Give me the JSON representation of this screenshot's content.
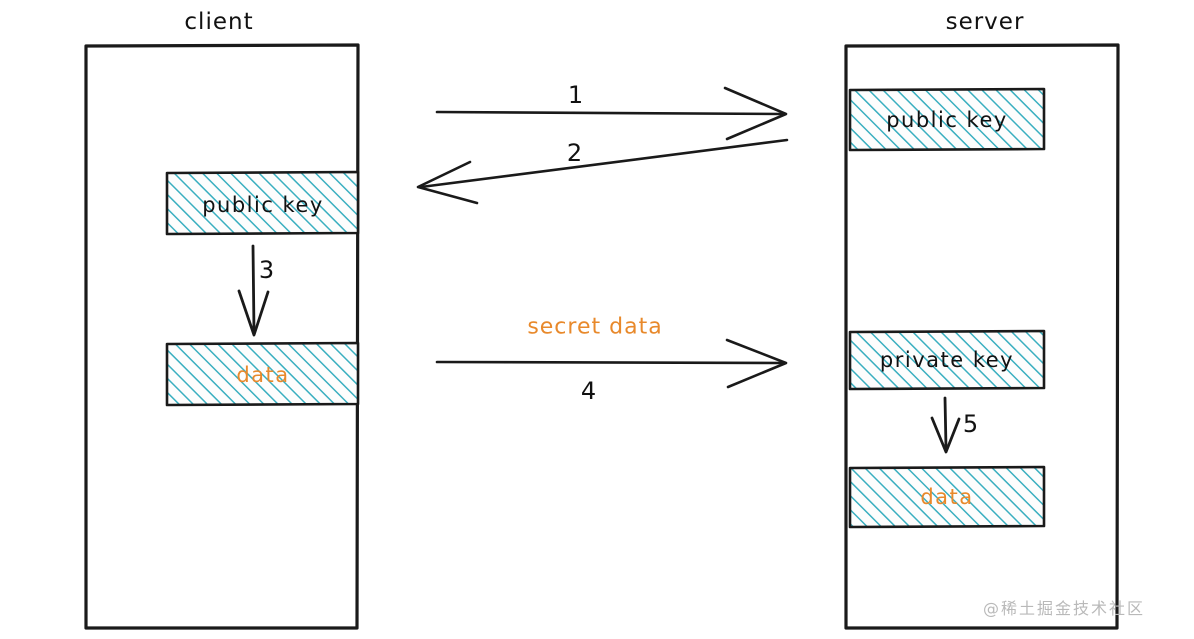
{
  "diagram": {
    "title_client": "client",
    "title_server": "server",
    "watermark": "@稀土掘金技术社区",
    "colors": {
      "stroke": "#1a1a1a",
      "hatch": "#3aafc0",
      "accent": "#e8892b",
      "background": "#ffffff"
    }
  },
  "lanes": [
    {
      "id": "client",
      "label": "client",
      "boxes": [
        {
          "id": "client-public-key",
          "label": "public key",
          "style": "hatched",
          "label_color": "black"
        },
        {
          "id": "client-data",
          "label": "data",
          "style": "hatched",
          "label_color": "orange"
        }
      ]
    },
    {
      "id": "server",
      "label": "server",
      "boxes": [
        {
          "id": "server-public-key",
          "label": "public key",
          "style": "hatched",
          "label_color": "black"
        },
        {
          "id": "server-private-key",
          "label": "private key",
          "style": "hatched",
          "label_color": "black"
        },
        {
          "id": "server-data",
          "label": "data",
          "style": "hatched",
          "label_color": "orange"
        }
      ]
    }
  ],
  "arrows": [
    {
      "id": "arrow-1",
      "step": "1",
      "direction": "client-to-server",
      "label": "",
      "step_position": "above"
    },
    {
      "id": "arrow-2",
      "step": "2",
      "direction": "server-to-client",
      "label": "",
      "step_position": "above"
    },
    {
      "id": "arrow-3",
      "step": "3",
      "direction": "down",
      "label": "",
      "step_position": "right"
    },
    {
      "id": "arrow-4",
      "step": "4",
      "direction": "client-to-server",
      "label": "secret data",
      "step_position": "below"
    },
    {
      "id": "arrow-5",
      "step": "5",
      "direction": "down",
      "label": "",
      "step_position": "right"
    }
  ],
  "flow_labels": {
    "secret_data": "secret data"
  },
  "step_numbers": {
    "one": "1",
    "two": "2",
    "three": "3",
    "four": "4",
    "five": "5"
  }
}
